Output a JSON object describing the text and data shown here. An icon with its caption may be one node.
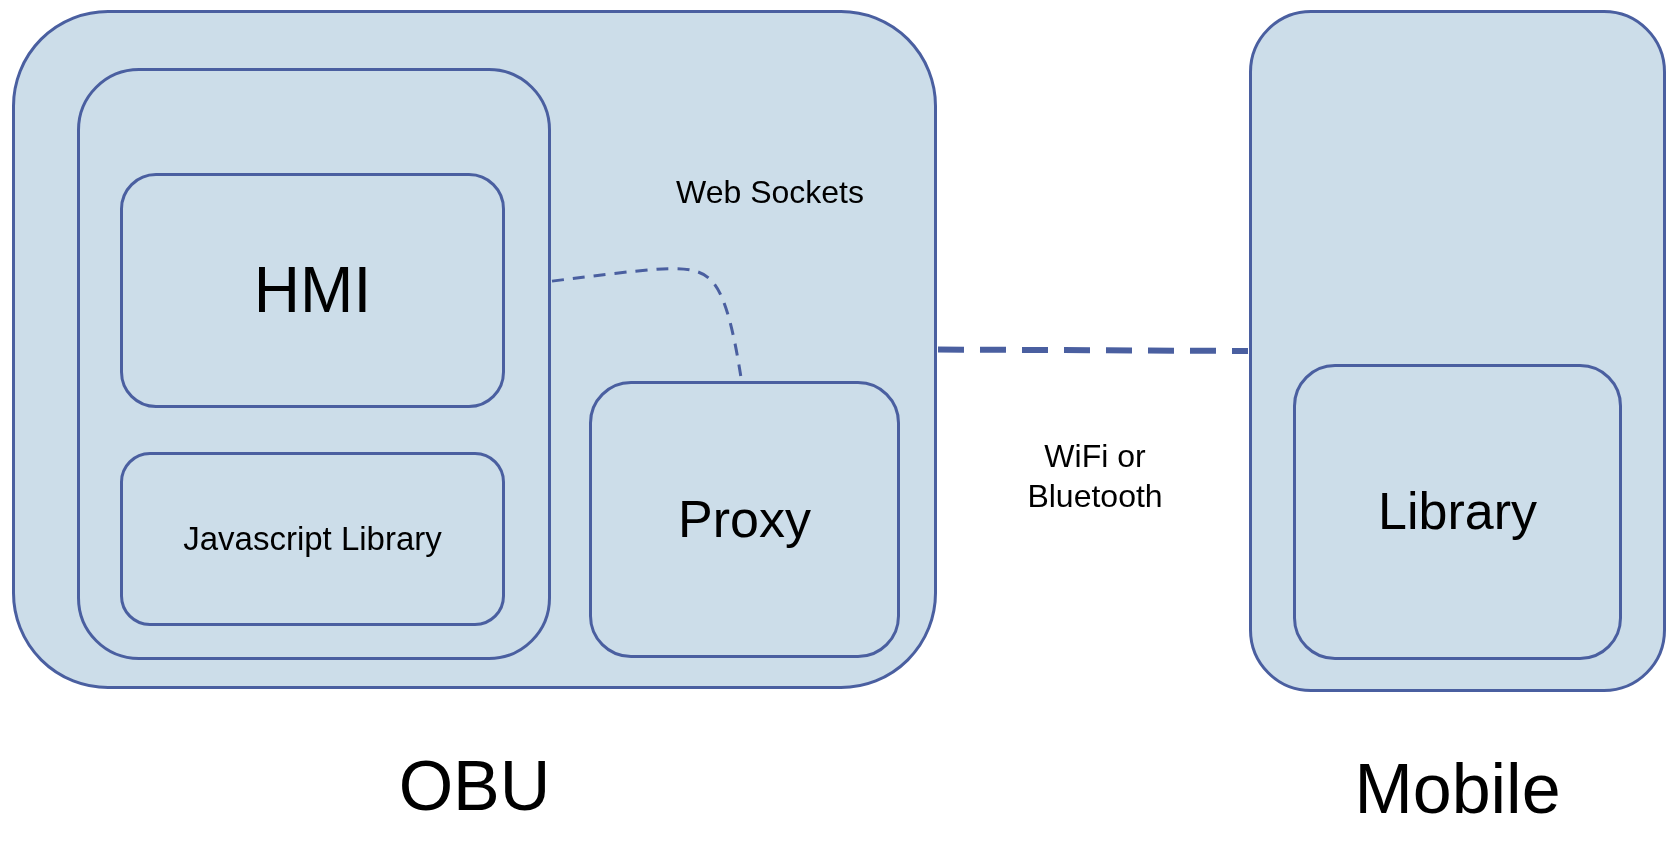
{
  "diagram": {
    "nodes": [
      {
        "text": [
          "OBU"
        ]
      },
      {
        "text": [],
        "shape": "box",
        "in": 0
      },
      {
        "text": [
          "HMI"
        ],
        "in": 1
      },
      {
        "text": [
          "Javascript Library"
        ],
        "in": 1
      },
      {
        "text": [
          "Proxy"
        ],
        "in": 0
      },
      {
        "text": [
          "Mobile"
        ]
      },
      {
        "text": [
          "Library"
        ],
        "in": 5
      }
    ],
    "edges": [
      {
        "from": 1,
        "to": 4,
        "arrow": "none",
        "style": "dashed",
        "label": "Web Sockets"
      },
      {
        "from": 0,
        "to": 5,
        "arrow": "none",
        "style": "dashed",
        "label": "WiFi or Bluetooth"
      }
    ]
  }
}
